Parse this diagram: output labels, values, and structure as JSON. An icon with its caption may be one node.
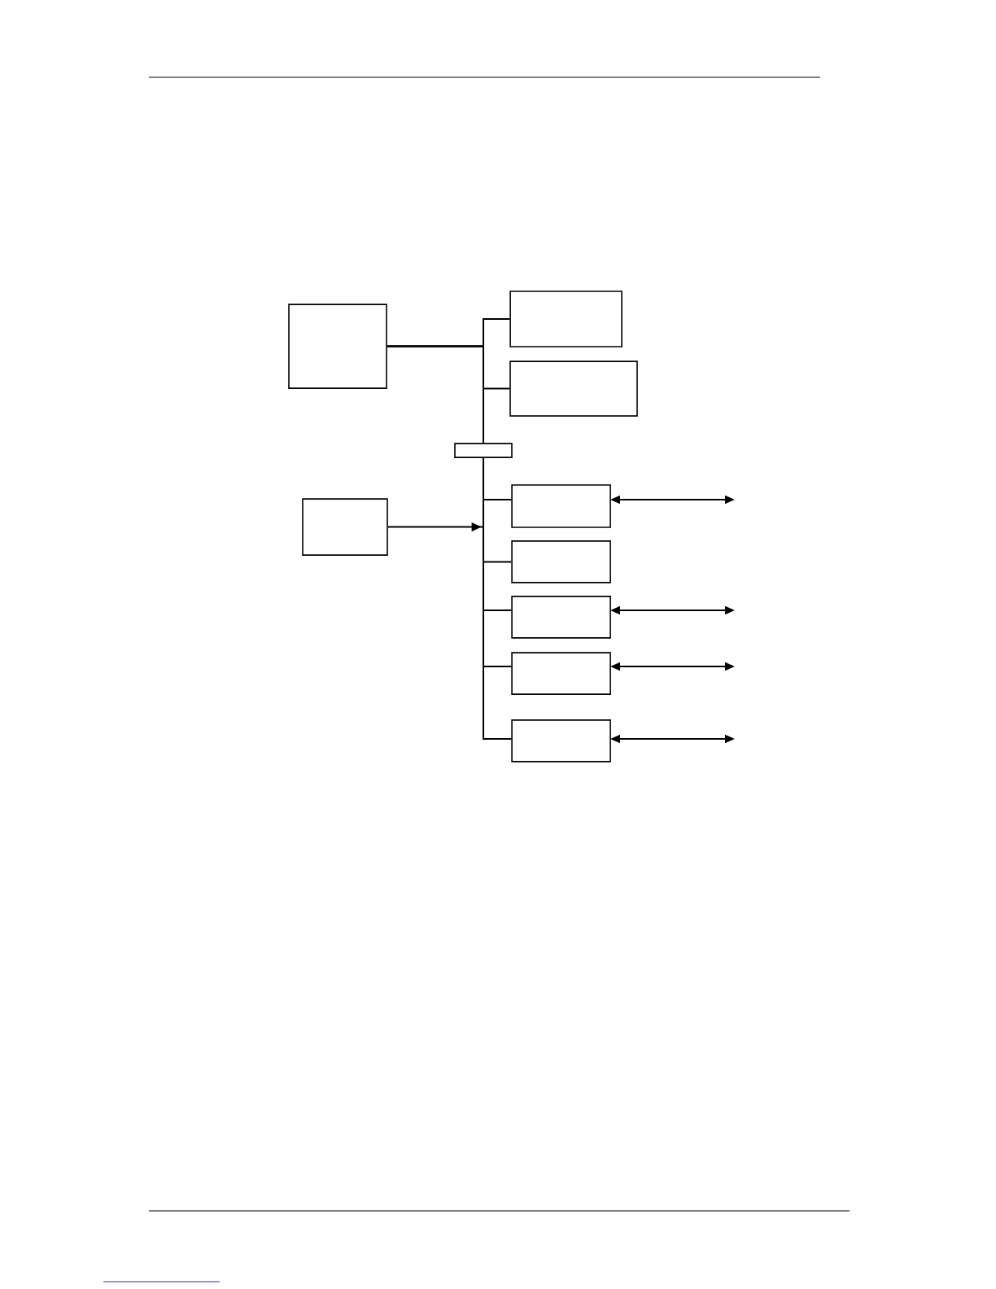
{
  "diagram": {
    "nodes": [
      {
        "text": [],
        "shape": "box"
      },
      {
        "text": [],
        "shape": "box"
      },
      {
        "text": [],
        "shape": "box"
      },
      {
        "text": [],
        "shape": "box"
      },
      {
        "text": [],
        "shape": "box"
      },
      {
        "text": [],
        "shape": "box"
      },
      {
        "text": [],
        "shape": "box"
      },
      {
        "text": [],
        "shape": "box"
      },
      {
        "text": [],
        "shape": "box"
      },
      {
        "text": [],
        "shape": "box"
      }
    ],
    "edges": [
      {
        "from": 0,
        "to": 1,
        "arrow": "none"
      },
      {
        "from": 0,
        "to": 2,
        "arrow": "none"
      },
      {
        "from": 0,
        "to": 3,
        "arrow": "none"
      },
      {
        "from": 3,
        "to": 5,
        "arrow": "none"
      },
      {
        "from": 3,
        "to": 6,
        "arrow": "none"
      },
      {
        "from": 3,
        "to": 7,
        "arrow": "none"
      },
      {
        "from": 3,
        "to": 8,
        "arrow": "none"
      },
      {
        "from": 3,
        "to": 9,
        "arrow": "none"
      },
      {
        "from": 4,
        "to": 3,
        "arrow": "to"
      },
      {
        "from": 5,
        "to": null,
        "arrow": "both"
      },
      {
        "from": 7,
        "to": null,
        "arrow": "both"
      },
      {
        "from": 8,
        "to": null,
        "arrow": "both"
      },
      {
        "from": 9,
        "to": null,
        "arrow": "both"
      }
    ]
  }
}
